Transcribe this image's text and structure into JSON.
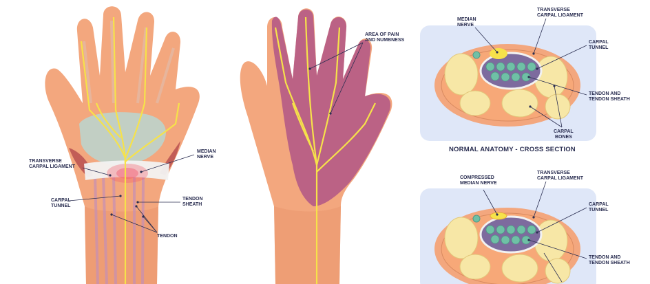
{
  "labels": {
    "transverse_carpal_ligament_l1": "TRANSVERSE",
    "transverse_carpal_ligament_l2": "CARPAL LIGAMENT",
    "median_nerve_l1": "MEDIAN",
    "median_nerve_l2": "NERVE",
    "carpal_tunnel_l1": "CARPAL",
    "carpal_tunnel_l2": "TUNNEL",
    "tendon_sheath_l1": "TENDON",
    "tendon_sheath_l2": "SHEATH",
    "tendon": "TENDON",
    "area_pain_l1": "AREA OF PAIN",
    "area_pain_l2": "AND NUMBNESS",
    "tendon_and_sheath_l1": "TENDON AND",
    "tendon_and_sheath_l2": "TENDON SHEATH",
    "carpal_bones_l1": "CARPAL",
    "carpal_bones_l2": "BONES",
    "compressed_l1": "COMPRESSED",
    "compressed_l2": "MEDIAN NERVE"
  },
  "headings": {
    "normal": "NORMAL ANATOMY - CROSS SECTION"
  },
  "colors": {
    "skin": "#f3a77e",
    "skin_shadow": "#e48f68",
    "nerve": "#f6e24a",
    "pain": "#b65c86",
    "panel": "#dfe7f8",
    "bone": "#f7e7a6",
    "tunnel": "#7d6b9e",
    "tendon": "#6fc0a6",
    "ligament": "#f2f2f2",
    "label": "#2b2f52"
  }
}
